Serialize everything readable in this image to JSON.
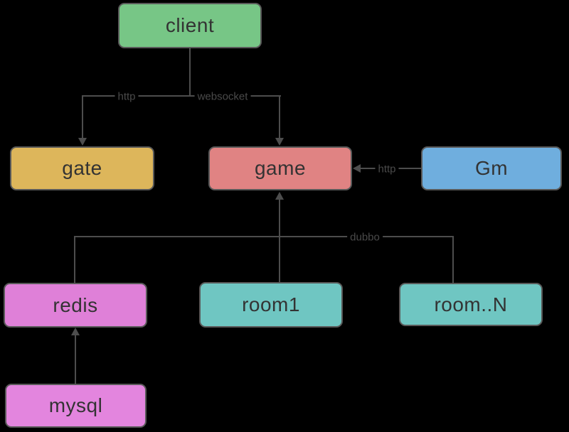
{
  "canvas": {
    "background": "#000000",
    "line_color": "#4d4d4d",
    "edge_label_color": "#4a4a4a",
    "node_border_color": "#595959",
    "node_text_color": "#333333"
  },
  "nodes": {
    "client": {
      "label": "client",
      "fill": "#77c686"
    },
    "gate": {
      "label": "gate",
      "fill": "#ddb65b"
    },
    "game": {
      "label": "game",
      "fill": "#e08383"
    },
    "gm": {
      "label": "Gm",
      "fill": "#6faede"
    },
    "redis": {
      "label": "redis",
      "fill": "#df80d8"
    },
    "room1": {
      "label": "room1",
      "fill": "#6fc6c2"
    },
    "roomN": {
      "label": "room..N",
      "fill": "#6fc6c2"
    },
    "mysql": {
      "label": "mysql",
      "fill": "#e385de"
    }
  },
  "edges": {
    "client_to_gate": {
      "label": "http"
    },
    "client_to_game": {
      "label": "websocket"
    },
    "gm_to_game": {
      "label": "http"
    },
    "rooms_to_game": {
      "label": "dubbo"
    }
  }
}
